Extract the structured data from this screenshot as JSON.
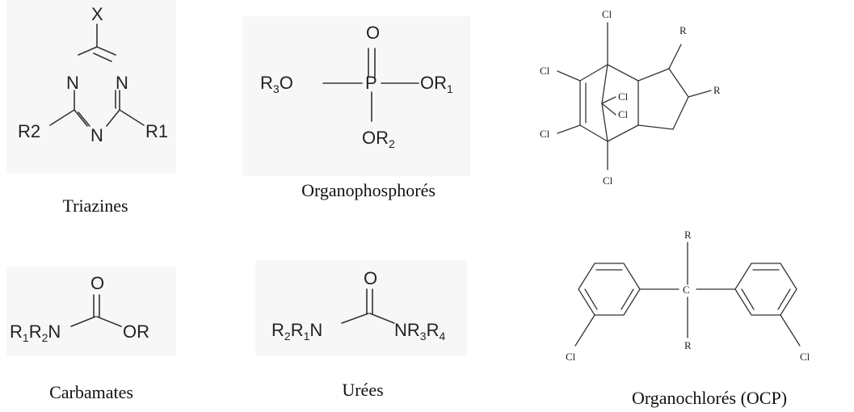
{
  "structures": [
    {
      "id": "triazines",
      "caption": "Triazines",
      "atoms": {
        "x": "X",
        "n1": "N",
        "n2": "N",
        "n3": "N",
        "r1": "R1",
        "r2": "R2"
      }
    },
    {
      "id": "organophosphores",
      "caption": "Organophosphorés",
      "atoms": {
        "o_top": "O",
        "p": "P",
        "left_main": "R",
        "left_sub": "3",
        "left_o": "O",
        "right_main": "OR",
        "right_sub": "1",
        "bottom_main": "OR",
        "bottom_sub": "2"
      }
    },
    {
      "id": "ocp_cyclodiene",
      "caption": "",
      "atoms": {
        "cl_top": "Cl",
        "cl_left1": "Cl",
        "cl_left2": "Cl",
        "cl_bottom": "Cl",
        "cl_bridge1": "Cl",
        "cl_bridge2": "Cl",
        "r_top": "R",
        "r_right": "R"
      }
    },
    {
      "id": "carbamates",
      "caption": "Carbamates",
      "atoms": {
        "o": "O",
        "r1": "R",
        "r1_sub": "1",
        "r2": "R",
        "r2_sub": "2",
        "n": "N",
        "or": "OR"
      }
    },
    {
      "id": "urees",
      "caption": "Urées",
      "atoms": {
        "o": "O",
        "r2": "R",
        "r2_sub": "2",
        "r1": "R",
        "r1_sub": "1",
        "n_left": "N",
        "n_right": "NR",
        "r3_sub": "3",
        "r4": "R",
        "r4_sub": "4"
      }
    },
    {
      "id": "ocp_ddt",
      "caption": "Organochlorés (OCP)",
      "atoms": {
        "r_top": "R",
        "r_bottom": "R",
        "c": "C",
        "cl_left": "Cl",
        "cl_right": "Cl"
      }
    }
  ]
}
